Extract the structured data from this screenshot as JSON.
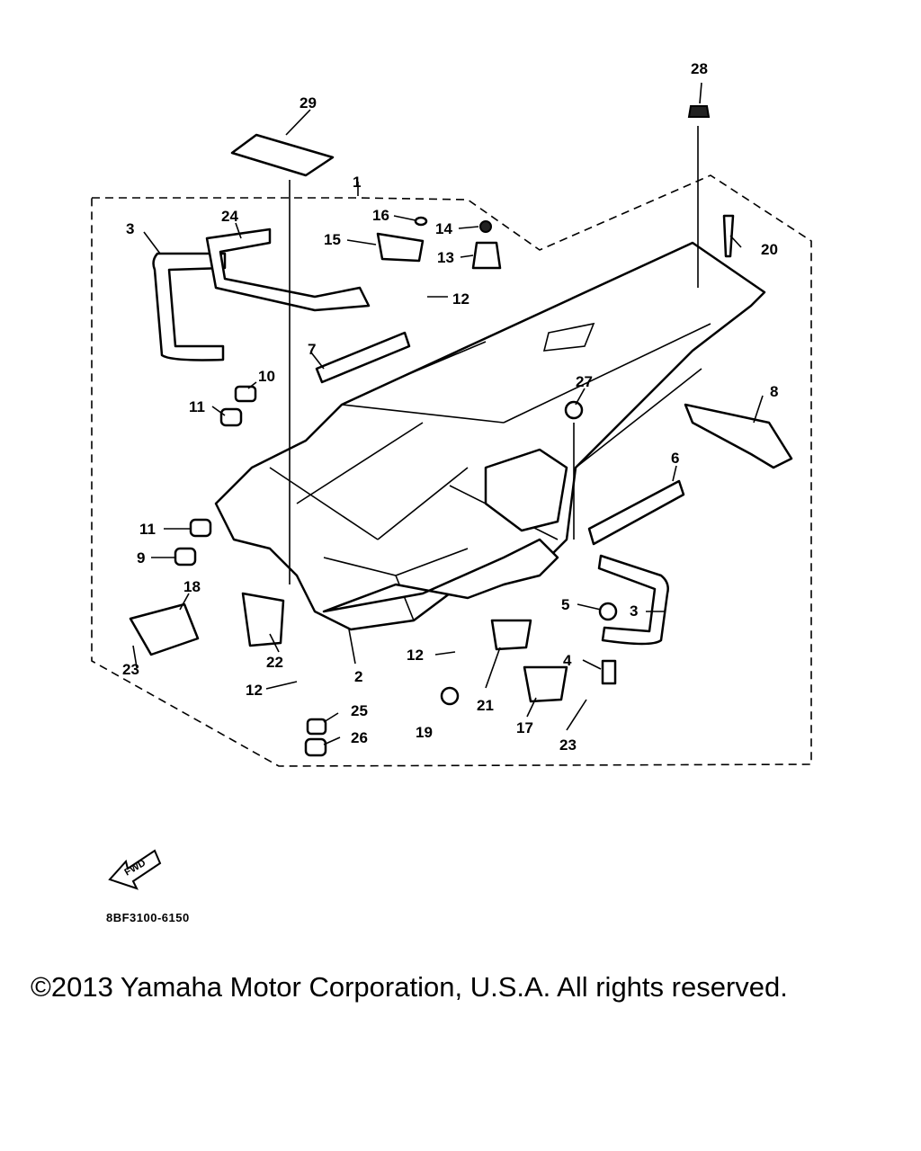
{
  "diagram": {
    "callouts": [
      "1",
      "2",
      "3",
      "3",
      "4",
      "5",
      "6",
      "7",
      "8",
      "9",
      "10",
      "11",
      "11",
      "12",
      "12",
      "12",
      "12",
      "13",
      "14",
      "15",
      "16",
      "17",
      "18",
      "19",
      "20",
      "21",
      "22",
      "23",
      "23",
      "24",
      "25",
      "26",
      "27",
      "28",
      "29"
    ],
    "fwd_label": "FWD",
    "part_code": "8BF3100-6150"
  },
  "footer": {
    "copyright": "©2013 Yamaha Motor Corporation, U.S.A. All rights reserved."
  }
}
